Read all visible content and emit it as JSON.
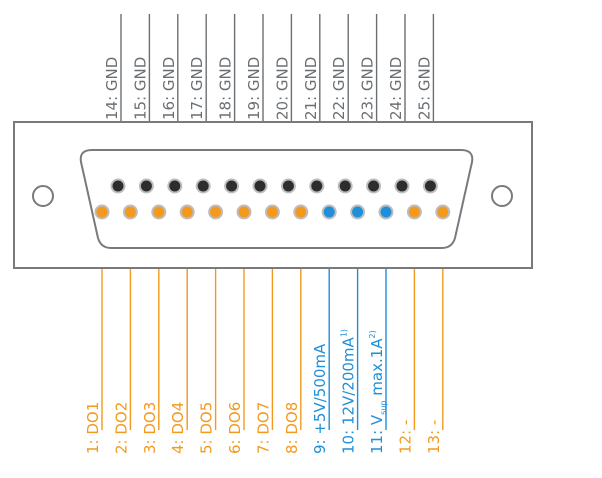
{
  "colors": {
    "orange": "#F39A1E",
    "blue": "#1E8FD8",
    "gray": "#6A6F73",
    "dark_pin": "#2D2D2D",
    "shell_stroke": "#7A7A7A"
  },
  "top_pins": [
    {
      "label": "14: GND"
    },
    {
      "label": "15: GND"
    },
    {
      "label": "16: GND"
    },
    {
      "label": "17: GND"
    },
    {
      "label": "18: GND"
    },
    {
      "label": "19: GND"
    },
    {
      "label": "20: GND"
    },
    {
      "label": "21: GND"
    },
    {
      "label": "22: GND"
    },
    {
      "label": "23: GND"
    },
    {
      "label": "24: GND"
    },
    {
      "label": "25: GND"
    }
  ],
  "bottom_pins": [
    {
      "label": "1:  DO1",
      "color": "orange"
    },
    {
      "label": "2:  DO2",
      "color": "orange"
    },
    {
      "label": "3:  DO3",
      "color": "orange"
    },
    {
      "label": "4:  DO4",
      "color": "orange"
    },
    {
      "label": "5:  DO5",
      "color": "orange"
    },
    {
      "label": "6:  DO6",
      "color": "orange"
    },
    {
      "label": "7:  DO7",
      "color": "orange"
    },
    {
      "label": "8:  DO8",
      "color": "orange"
    },
    {
      "label": "9:  +5V/500mA",
      "color": "blue"
    },
    {
      "label": "10:  12V/200mA",
      "sup": "1)",
      "color": "blue"
    },
    {
      "label": "11:  V",
      "sub": "sup",
      "suffix": "  max.1A",
      "sup": "2)",
      "color": "blue"
    },
    {
      "label": "12:  -",
      "color": "orange"
    },
    {
      "label": "13:  -",
      "color": "orange"
    }
  ]
}
